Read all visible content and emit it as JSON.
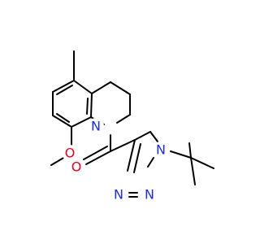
{
  "molecule": {
    "atoms": [
      {
        "id": "n_ring",
        "label": "N",
        "color": "#1f2de0"
      },
      {
        "id": "o_methoxy",
        "label": "O",
        "color": "#e3001b"
      },
      {
        "id": "o_carbonyl",
        "label": "O",
        "color": "#e3001b"
      },
      {
        "id": "n1_triazole",
        "label": "N",
        "color": "#1f2de0"
      },
      {
        "id": "n2_triazole",
        "label": "N",
        "color": "#1f2de0"
      },
      {
        "id": "n3_triazole",
        "label": "N",
        "color": "#1f2de0"
      }
    ],
    "bond_color": "#000000",
    "background": "#ffffff"
  }
}
